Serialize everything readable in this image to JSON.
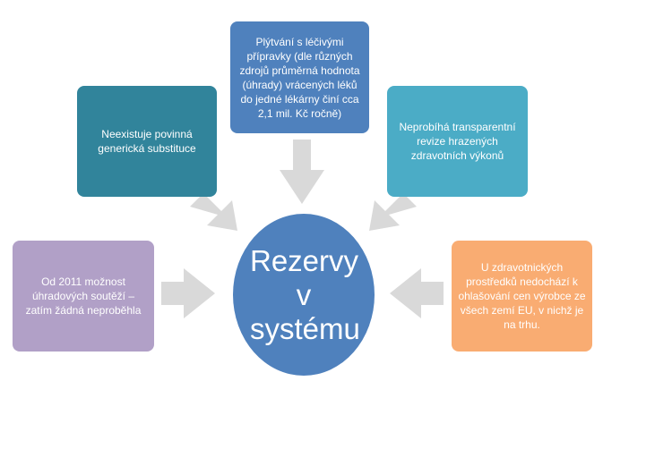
{
  "center": {
    "label": "Rezervy v systému"
  },
  "boxes": {
    "top": "Plýtvání s léčivými přípravky (dle různých zdrojů průměrná hodnota (úhrady) vrácených léků do jedné lékárny činí cca 2,1 mil. Kč ročně)",
    "top_left": "Neexistuje povinná generická substituce",
    "top_right": "Neprobíhá transparentní revize hrazených zdravotních výkonů",
    "left": "Od 2011 možnost úhradových soutěží – zatím žádná neproběhla",
    "right": "U zdravotnických prostředků nedochází k ohlašování cen výrobce ze všech zemí EU, v nichž je na trhu."
  },
  "colors": {
    "top": "#4f81bd",
    "top_left": "#31849b",
    "top_right": "#4bacc6",
    "left": "#b1a0c7",
    "right": "#f9ac72",
    "center": "#4f81bd",
    "arrows": "#d9d9d9"
  }
}
